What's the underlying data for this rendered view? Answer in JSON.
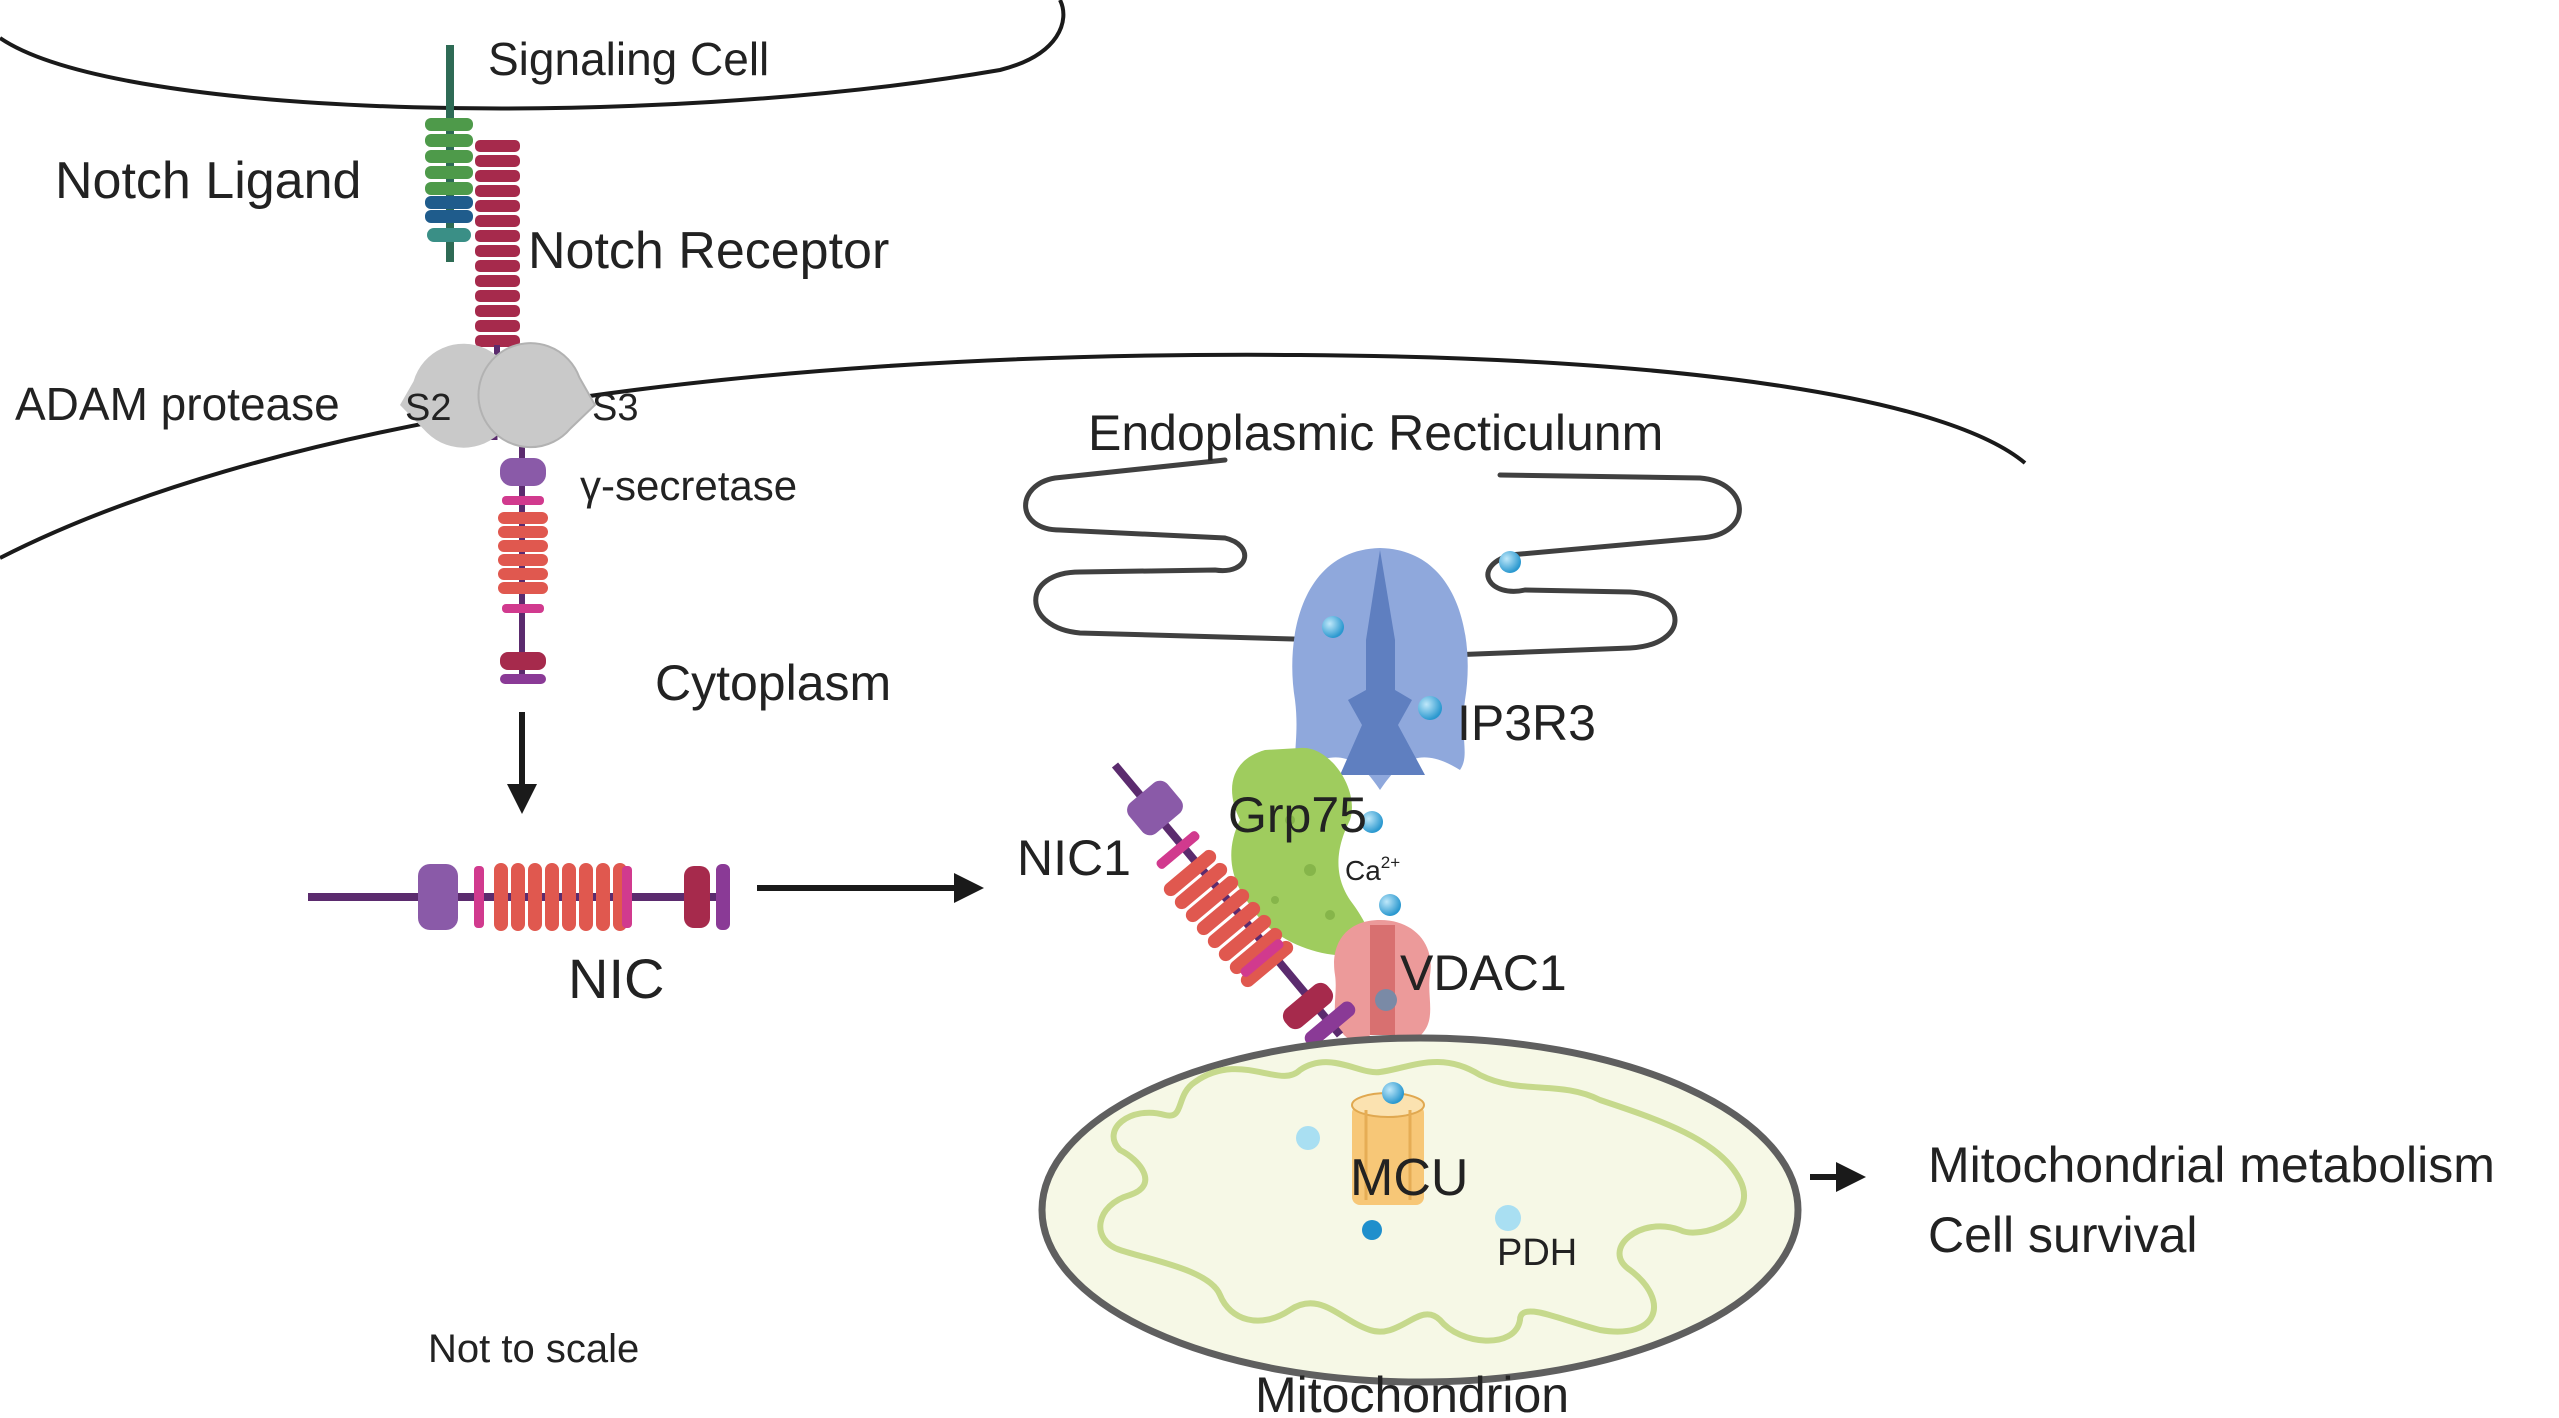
{
  "labels": {
    "signaling_cell": "Signaling Cell",
    "notch_ligand": "Notch Ligand",
    "notch_receptor": "Notch Receptor",
    "adam_protease": "ADAM  protease",
    "s2": "S2",
    "s3": "S3",
    "gamma_secretase": "γ-secretase",
    "cytoplasm": "Cytoplasm",
    "nic": "NIC",
    "nic1": "NIC1",
    "endoplasmic_reticulum": "Endoplasmic Recticulunm",
    "ip3r3": "IP3R3",
    "grp75": "Grp75",
    "ca_base": "Ca",
    "ca_sup": "2+",
    "vdac1": "VDAC1",
    "mcu": "MCU",
    "pdh": "PDH",
    "mitochondrion": "Mitochondrion",
    "outcome_1": "Mitochondrial metabolism",
    "outcome_2": "Cell survival",
    "note": "Not to scale"
  },
  "colors": {
    "ligand_green": "#4e9a4a",
    "ligand_blue": "#1f5c8c",
    "ligand_teal": "#3a8f86",
    "receptor_crimson": "#a62a4c",
    "receptor_purple": "#5b2b6e",
    "receptor_violet": "#8a5aa8",
    "egf_salmon": "#e0584f",
    "magenta": "#d13a8e",
    "membrane": "#1a1a1a",
    "protease_gray": "#c9c9c9",
    "ip3r3_blue": "#8fa8dc",
    "ip3r3_dark": "#5f7fc0",
    "grp75_green": "#9fcc5e",
    "vdac1_pink": "#ec9a9a",
    "mcu_orange": "#f7c777",
    "mito_fill": "#f6f8e6",
    "mito_crista": "#c6d98c",
    "ca_ion": "#3aa4d6"
  }
}
